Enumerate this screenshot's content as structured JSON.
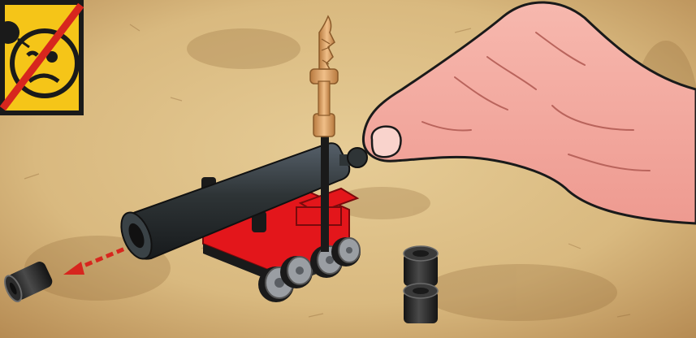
{
  "scene": {
    "kind": "building-instruction-step",
    "background": "aged-parchment",
    "warning_badge": {
      "icon": "no-projectile-to-face-icon",
      "colors": {
        "panel": "#F5C518",
        "frame": "#1A1A1A",
        "strike": "#D7261E",
        "face": "#F5C518"
      }
    },
    "cannon": {
      "barrel_color": "#2E3436",
      "carriage_color": "#E3161B",
      "wheel_color": "#9A9EA3"
    },
    "flag_pole": {
      "flag_color": "#D69A5C",
      "pole_color": "#1A1A1A"
    },
    "projectile_arrow": {
      "color": "#D7261E",
      "direction": "left"
    },
    "spare_parts": [
      {
        "name": "round-brick",
        "color": "#2B2B2B"
      },
      {
        "name": "round-brick",
        "color": "#2B2B2B"
      },
      {
        "name": "round-brick",
        "color": "#2B2B2B"
      }
    ],
    "hand": {
      "skin_color": "#F4A9A0",
      "outline_color": "#1A1A1A"
    }
  }
}
